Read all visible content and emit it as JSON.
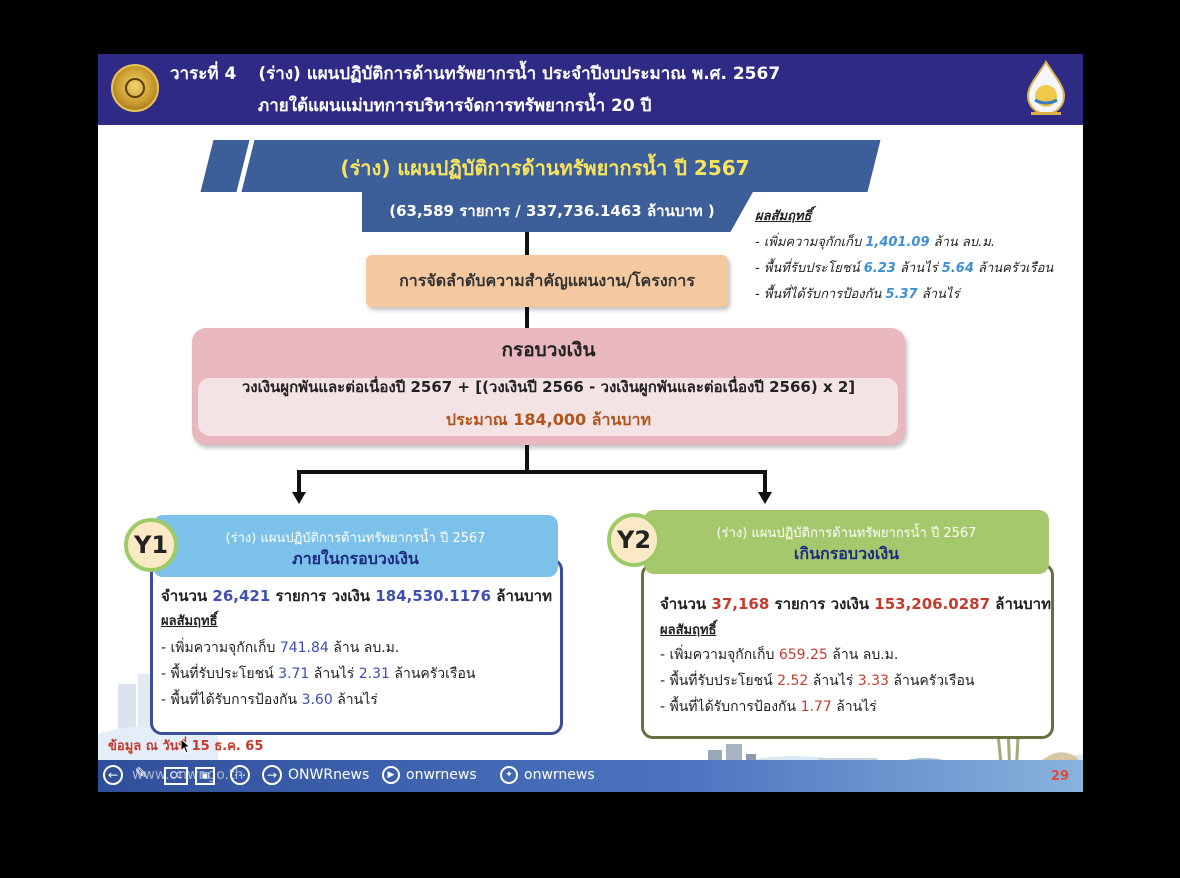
{
  "header": {
    "agenda": "วาระที่ 4",
    "title_line1": "(ร่าง) แผนปฏิบัติการด้านทรัพยากรน้ำ ประจำปีงบประมาณ พ.ศ. 2567",
    "title_line2": "ภายใต้แผนแม่บทการบริหารจัดการทรัพยากรน้ำ 20 ปี"
  },
  "banner": {
    "title": "(ร่าง) แผนปฏิบัติการด้านทรัพยากรน้ำ ปี 2567",
    "subtitle": "(63,589 รายการ / 337,736.1463 ล้านบาท )"
  },
  "priority_box": {
    "label": "การจัดลำดับความสำคัญแผนงาน/โครงการ"
  },
  "overall_results": {
    "heading": "ผลสัมฤทธิ์",
    "storage_prefix": "- เพิ่มความจุกักเก็บ",
    "storage_value": "1,401.09",
    "storage_unit": "ล้าน ลบ.ม.",
    "benefit_prefix": "- พื้นที่รับประโยชน์",
    "benefit_area": "6.23",
    "benefit_area_unit": "ล้านไร่",
    "benefit_households": "5.64",
    "benefit_households_unit": "ล้านครัวเรือน",
    "protect_prefix": "- พื้นที่ได้รับการป้องกัน",
    "protect_value": "5.37",
    "protect_unit": "ล้านไร่"
  },
  "budget_frame": {
    "title": "กรอบวงเงิน",
    "formula": "วงเงินผูกพันและต่อเนื่องปี 2567 + [(วงเงินปี 2566 - วงเงินผูกพันและต่อเนื่องปี 2566) x 2]",
    "amount": "ประมาณ 184,000 ล้านบาท"
  },
  "y1": {
    "badge": "Y1",
    "head_line1": "(ร่าง) แผนปฏิบัติการด้านทรัพยากรน้ำ ปี 2567",
    "head_line2": "ภายในกรอบวงเงิน",
    "count_prefix": "จำนวน",
    "count": "26,421",
    "count_mid": "รายการ วงเงิน",
    "amount": "184,530.1176",
    "amount_unit": "ล้านบาท",
    "results_heading": "ผลสัมฤทธิ์",
    "storage_prefix": "- เพิ่มความจุกักเก็บ",
    "storage_value": "741.84",
    "storage_unit": "ล้าน ลบ.ม.",
    "benefit_prefix": "- พื้นที่รับประโยชน์",
    "benefit_area": "3.71",
    "benefit_area_unit": "ล้านไร่",
    "benefit_households": "2.31",
    "benefit_households_unit": "ล้านครัวเรือน",
    "protect_prefix": "- พื้นที่ได้รับการป้องกัน",
    "protect_value": "3.60",
    "protect_unit": "ล้านไร่"
  },
  "y2": {
    "badge": "Y2",
    "head_line1": "(ร่าง) แผนปฏิบัติการด้านทรัพยากรน้ำ ปี 2567",
    "head_line2": "เกินกรอบวงเงิน",
    "count_prefix": "จำนวน",
    "count": "37,168",
    "count_mid": "รายการ วงเงิน",
    "amount": "153,206.0287",
    "amount_unit": "ล้านบาท",
    "results_heading": "ผลสัมฤทธิ์",
    "storage_prefix": "- เพิ่มความจุกักเก็บ",
    "storage_value": "659.25",
    "storage_unit": "ล้าน ลบ.ม.",
    "benefit_prefix": "- พื้นที่รับประโยชน์",
    "benefit_area": "2.52",
    "benefit_area_unit": "ล้านไร่",
    "benefit_households": "3.33",
    "benefit_households_unit": "ล้านครัวเรือน",
    "protect_prefix": "- พื้นที่ได้รับการป้องกัน",
    "protect_value": "1.77",
    "protect_unit": "ล้านไร่"
  },
  "date_note": "ข้อมูล ณ วันที่ 15 ธ.ค. 65",
  "footer": {
    "website": "www.onwr.go.th",
    "facebook": "ONWRnews",
    "youtube": "onwrnews",
    "twitter": "onwrnews",
    "cc_label": "CC",
    "page_number": "29"
  },
  "colors": {
    "header_bg": "#2e2a85",
    "banner_bg": "#3d5f99",
    "banner_title": "#f7e45c",
    "priority_bg": "#f5c9a0",
    "budget_bg": "#e9b8bf",
    "y1_head": "#7bc1ea",
    "y2_head": "#a4c86b",
    "y1_number": "#3f4fb0",
    "y2_number": "#c53c2e"
  }
}
